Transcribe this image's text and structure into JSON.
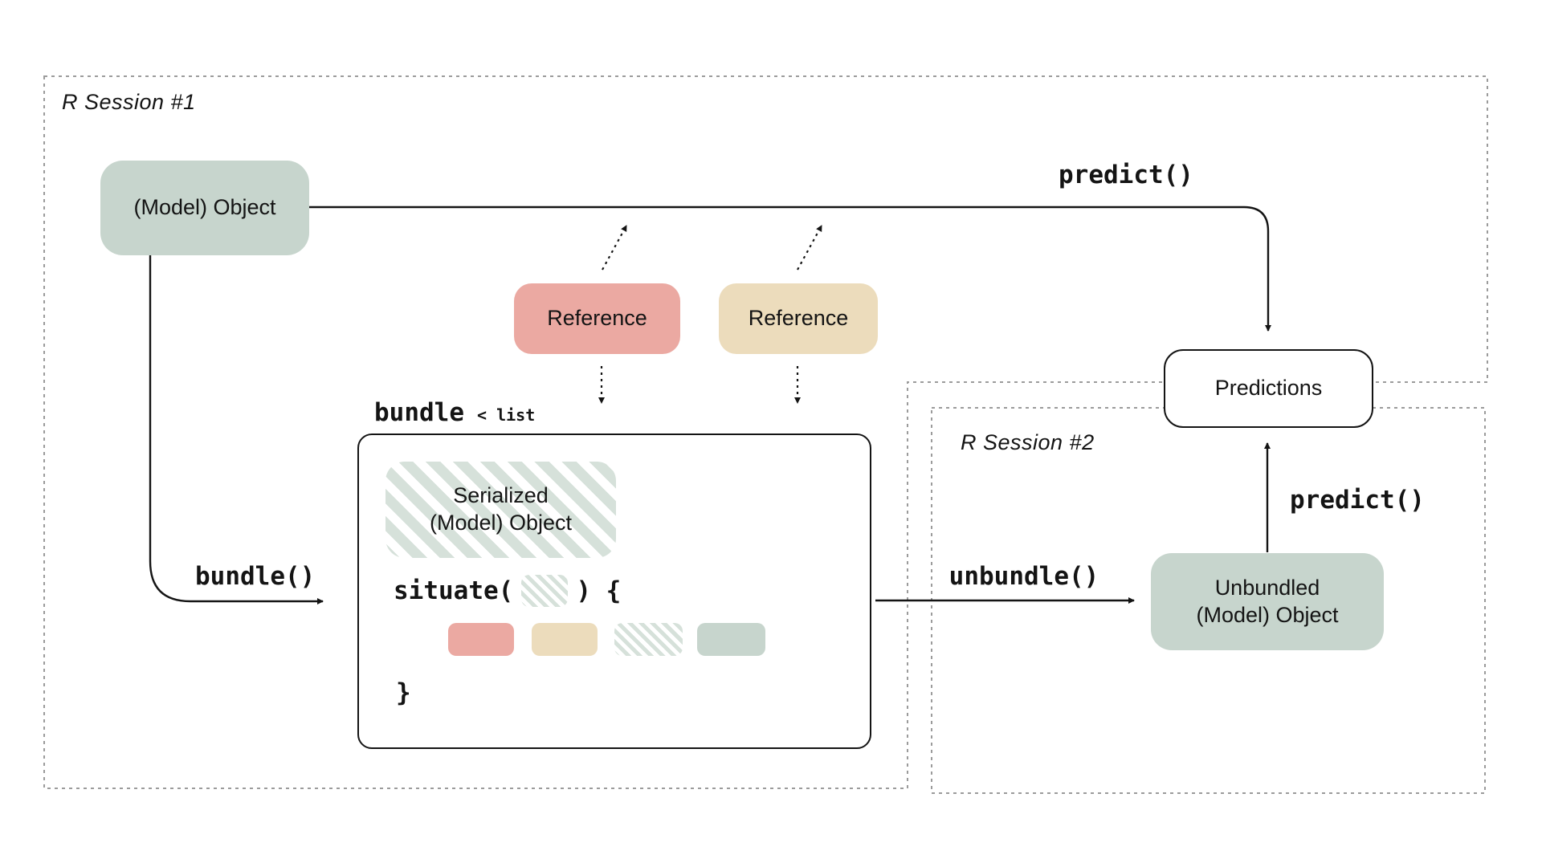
{
  "diagram": {
    "session1": {
      "label": "R Session #1"
    },
    "session2": {
      "label": "R Session #2"
    },
    "model_object": {
      "label": "(Model) Object"
    },
    "reference_pink": {
      "label": "Reference"
    },
    "reference_beige": {
      "label": "Reference"
    },
    "bundle_title": {
      "name": "bundle",
      "annotation": "< list"
    },
    "serialized": {
      "line1": "Serialized",
      "line2": "(Model) Object"
    },
    "situate": {
      "open": "situate(",
      "close": ") {",
      "closing_brace": "}"
    },
    "predictions": {
      "label": "Predictions"
    },
    "unbundled": {
      "line1": "Unbundled",
      "line2": "(Model) Object"
    },
    "edges": {
      "predict_top": "predict()",
      "bundle": "bundle()",
      "unbundle": "unbundle()",
      "predict_bottom": "predict()"
    },
    "colors": {
      "sage": "#c7d5cd",
      "pink": "#eba9a2",
      "beige": "#ecdcbc",
      "stripe": "#d6e1da",
      "dashed_border": "#9b9b9b",
      "line": "#141414"
    }
  }
}
